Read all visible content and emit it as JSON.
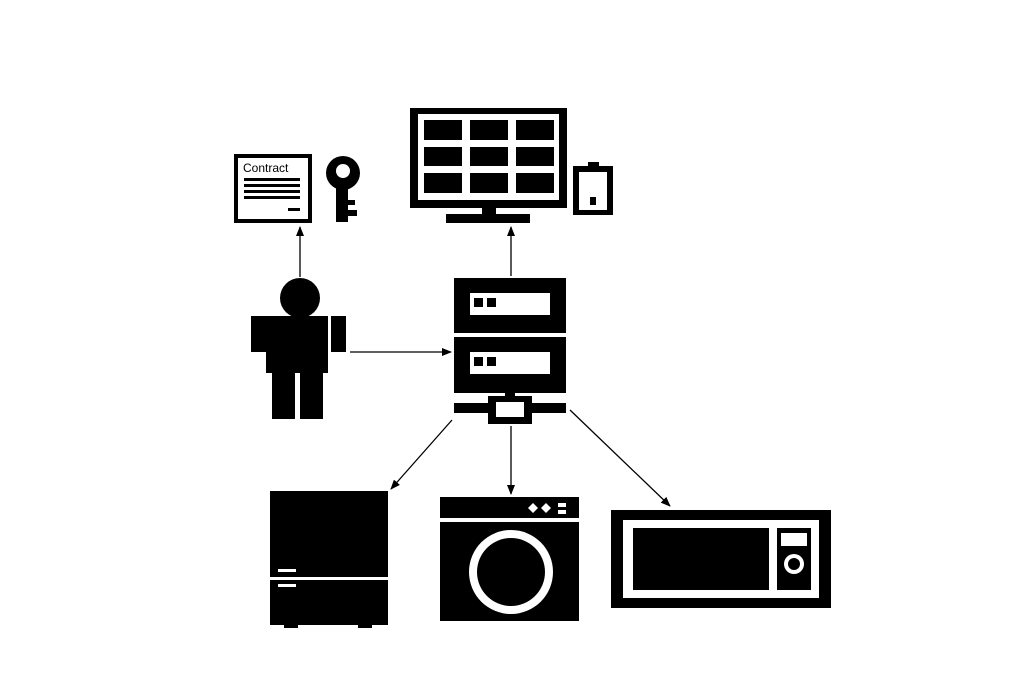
{
  "diagram": {
    "colors": {
      "ink": "#000000",
      "paper": "#ffffff"
    },
    "nodes": [
      {
        "id": "contract",
        "icon": "contract-document-icon",
        "label": "Contract"
      },
      {
        "id": "key",
        "icon": "key-icon"
      },
      {
        "id": "monitor",
        "icon": "monitor-dashboard-icon"
      },
      {
        "id": "phone",
        "icon": "mobile-phone-icon"
      },
      {
        "id": "person",
        "icon": "person-icon"
      },
      {
        "id": "server",
        "icon": "server-gateway-icon"
      },
      {
        "id": "refrigerator",
        "icon": "refrigerator-icon"
      },
      {
        "id": "washing-machine",
        "icon": "washing-machine-icon"
      },
      {
        "id": "microwave",
        "icon": "microwave-icon"
      }
    ],
    "edges": [
      {
        "from": "person",
        "to": "contract"
      },
      {
        "from": "person",
        "to": "server"
      },
      {
        "from": "server",
        "to": "monitor"
      },
      {
        "from": "server",
        "to": "refrigerator"
      },
      {
        "from": "server",
        "to": "washing-machine"
      },
      {
        "from": "server",
        "to": "microwave"
      }
    ]
  }
}
